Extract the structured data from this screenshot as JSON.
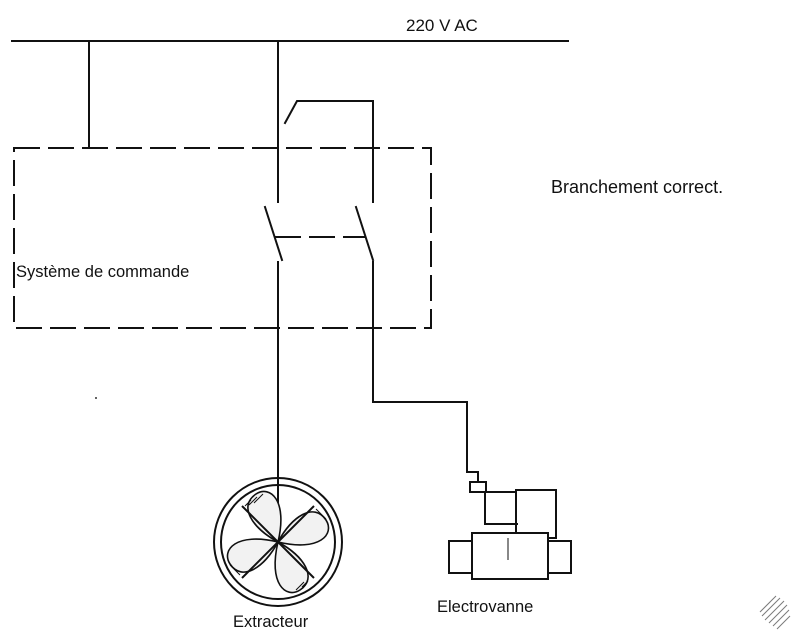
{
  "supply": {
    "label": "220 V AC"
  },
  "caption": "Branchement correct.",
  "control_system": {
    "label": "Système de commande"
  },
  "loads": {
    "fan_label": "Extracteur",
    "valve_label": "Electrovanne"
  },
  "icons": [
    "fan-icon",
    "solenoid-valve-icon",
    "switch-icon"
  ],
  "colors": {
    "line": "#111111",
    "background": "#ffffff"
  }
}
